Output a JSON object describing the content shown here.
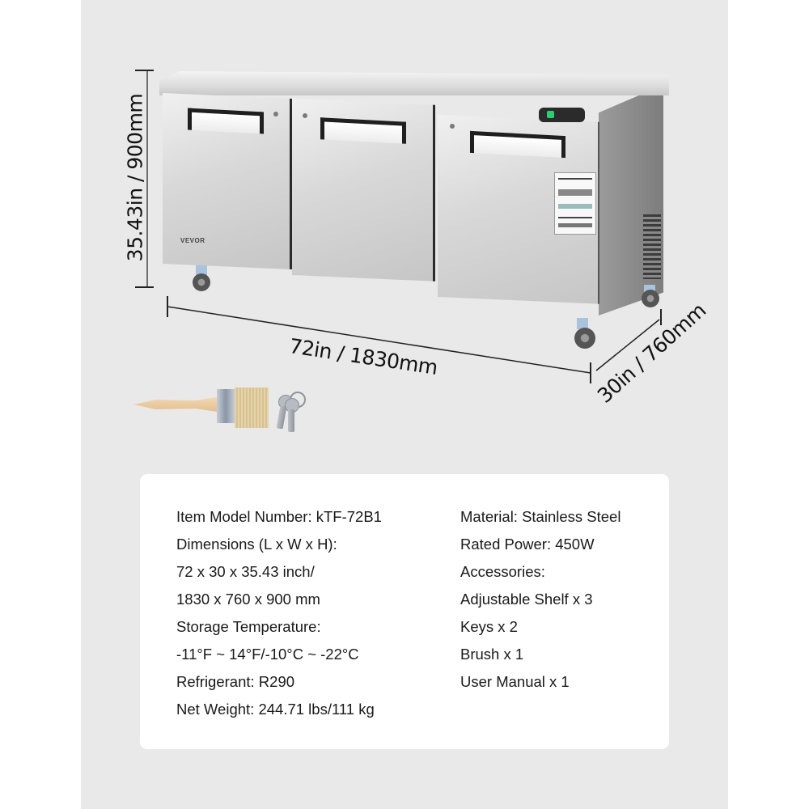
{
  "dimensions": {
    "height": "35.43in / 900mm",
    "width": "72in / 1830mm",
    "depth": "30in / 760mm"
  },
  "product": {
    "brand_logo": "VEVOR",
    "type": "3-door undercounter freezer",
    "doors": 3,
    "accessories_shown": [
      "brush-icon",
      "keys-icon"
    ]
  },
  "specs": {
    "left": [
      "Item Model Number: kTF-72B1",
      "Dimensions (L x W x H):",
      "72 x 30 x 35.43 inch/",
      "1830 x 760 x 900 mm",
      "Storage Temperature:",
      "-11°F ~ 14°F/-10°C ~ -22°C",
      "Refrigerant: R290",
      "Net Weight: 244.71 lbs/111 kg"
    ],
    "right": [
      "Material: Stainless Steel",
      "Rated Power: 450W",
      "Accessories:",
      "Adjustable Shelf x 3",
      "Keys x 2",
      "Brush x 1",
      "User Manual x 1"
    ]
  },
  "colors": {
    "background_panel": "#e9e9e9",
    "card": "#ffffff",
    "text": "#1a1a1a",
    "control_led": "#2ecc71"
  }
}
